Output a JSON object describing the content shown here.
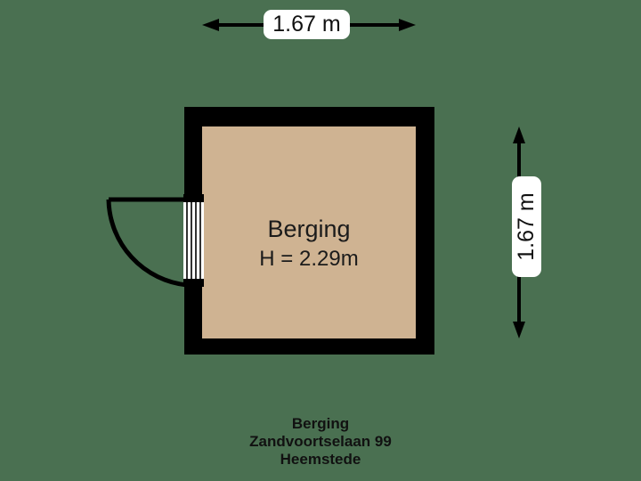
{
  "plan": {
    "background_color": "#4a7051",
    "wall_color": "#000000",
    "floor_color": "#cfb392",
    "door_color": "#ffffff",
    "line_color": "#000000"
  },
  "dimensions": {
    "top": {
      "label": "1.67 m",
      "icon_left": "arrow-left-icon",
      "icon_right": "arrow-right-icon"
    },
    "right": {
      "label": "1.67 m",
      "icon_top": "arrow-up-icon",
      "icon_bottom": "arrow-down-icon"
    }
  },
  "room": {
    "name": "Berging",
    "height_label": "H = 2.29m"
  },
  "door": {
    "icon": "door-swing-icon",
    "position": "left-wall"
  },
  "caption": {
    "line1": "Berging",
    "line2": "Zandvoortselaan 99",
    "line3": "Heemstede"
  }
}
